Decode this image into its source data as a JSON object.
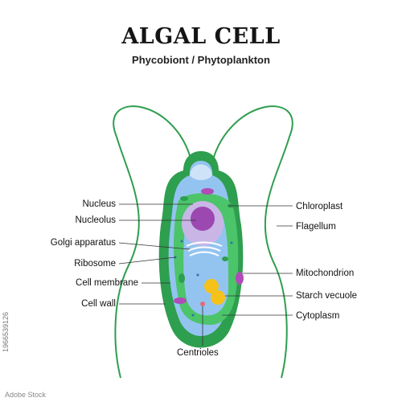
{
  "title": "ALGAL CELL",
  "subtitle": "Phycobiont / Phytoplankton",
  "labels": {
    "nucleus": "Nucleus",
    "nucleolus": "Nucleolus",
    "golgi": "Golgi apparatus",
    "ribosome": "Ribosome",
    "cell_membrane": "Cell membrane",
    "cell_wall": "Cell wall",
    "centrioles": "Centrioles",
    "chloroplast": "Chloroplast",
    "flagellum": "Flagellum",
    "mitochondrion": "Mitochondrion",
    "starch": "Starch vecuole",
    "cytoplasm": "Cytoplasm"
  },
  "side_id": "1966539126",
  "watermark": "Adobe Stock",
  "colors": {
    "cell_wall": "#2e9e4f",
    "chloroplast": "#4cc46a",
    "cytoplasm": "#93c4f0",
    "nucleus": "#9b49b0",
    "starch": "#f6c21a",
    "mitochondrion": "#b04bb8"
  }
}
